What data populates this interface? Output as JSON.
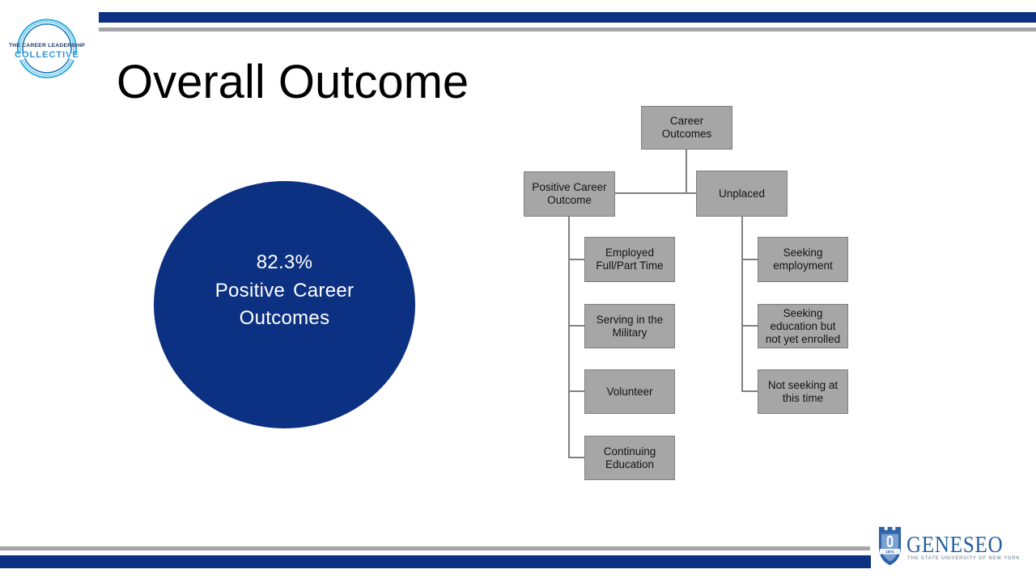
{
  "slide": {
    "title": "Overall Outcome"
  },
  "brand_bars": {
    "navy": "#0d3182",
    "gray": "#a4a6a7"
  },
  "clc_logo": {
    "line1": "THE CAREER LEADERSHIP",
    "line2": "COLLECTIVE",
    "dark_blue": "#1d3a6b",
    "light_blue": "#2f96d5"
  },
  "stat_circle": {
    "lines": [
      "82.3%",
      "Positive Career",
      "Outcomes"
    ],
    "fill": "#0d3182",
    "text_color": "#ffffff"
  },
  "orgchart": {
    "box_fill": "#a6a6a6",
    "box_border": "#7f7f7f",
    "connector_color": "#808080",
    "root": {
      "label": "Career Outcomes"
    },
    "left_branch": {
      "label": "Positive Career Outcome",
      "children": [
        "Employed Full/Part Time",
        "Serving in the Military",
        "Volunteer",
        "Continuing Education"
      ]
    },
    "right_branch": {
      "label": "Unplaced",
      "children": [
        "Seeking employment",
        "Seeking education but not yet enrolled",
        "Not seeking at this time"
      ]
    }
  },
  "footer_logo": {
    "institution": "GENESEO",
    "tagline": "THE STATE UNIVERSITY OF NEW YORK",
    "shield_year": "1871",
    "blue": "#215ca0",
    "tagline_color": "#94a2ae"
  }
}
